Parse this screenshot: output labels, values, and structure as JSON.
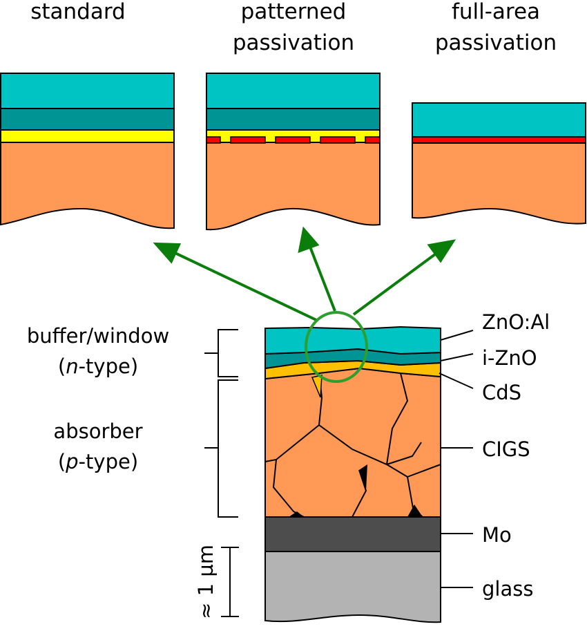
{
  "panels": [
    {
      "title_lines": [
        "standard"
      ]
    },
    {
      "title_lines": [
        "patterned",
        "passivation"
      ]
    },
    {
      "title_lines": [
        "full-area",
        "passivation"
      ]
    }
  ],
  "side_labels": {
    "buffer": {
      "line1": "buffer/window",
      "line2_pre": "(",
      "line2_italic": "n",
      "line2_post": "-type)"
    },
    "absorber": {
      "line1": "absorber",
      "line2_pre": "(",
      "line2_italic": "p",
      "line2_post": "-type)"
    }
  },
  "layer_labels": [
    "ZnO:Al",
    "i-ZnO",
    "CdS",
    "CIGS",
    "Mo",
    "glass"
  ],
  "scale_label": "≈ 1 µm",
  "colors": {
    "zno_al": "#00c4c4",
    "i_zno": "#009494",
    "cds": "#ffff00",
    "cds_stack": "#ffc000",
    "cigs": "#ff9955",
    "passivation": "#ff0000",
    "mo": "#4d4d4d",
    "glass": "#b3b3b3",
    "arrow": "#0a7d0a",
    "circle": "#2e9e2e"
  }
}
